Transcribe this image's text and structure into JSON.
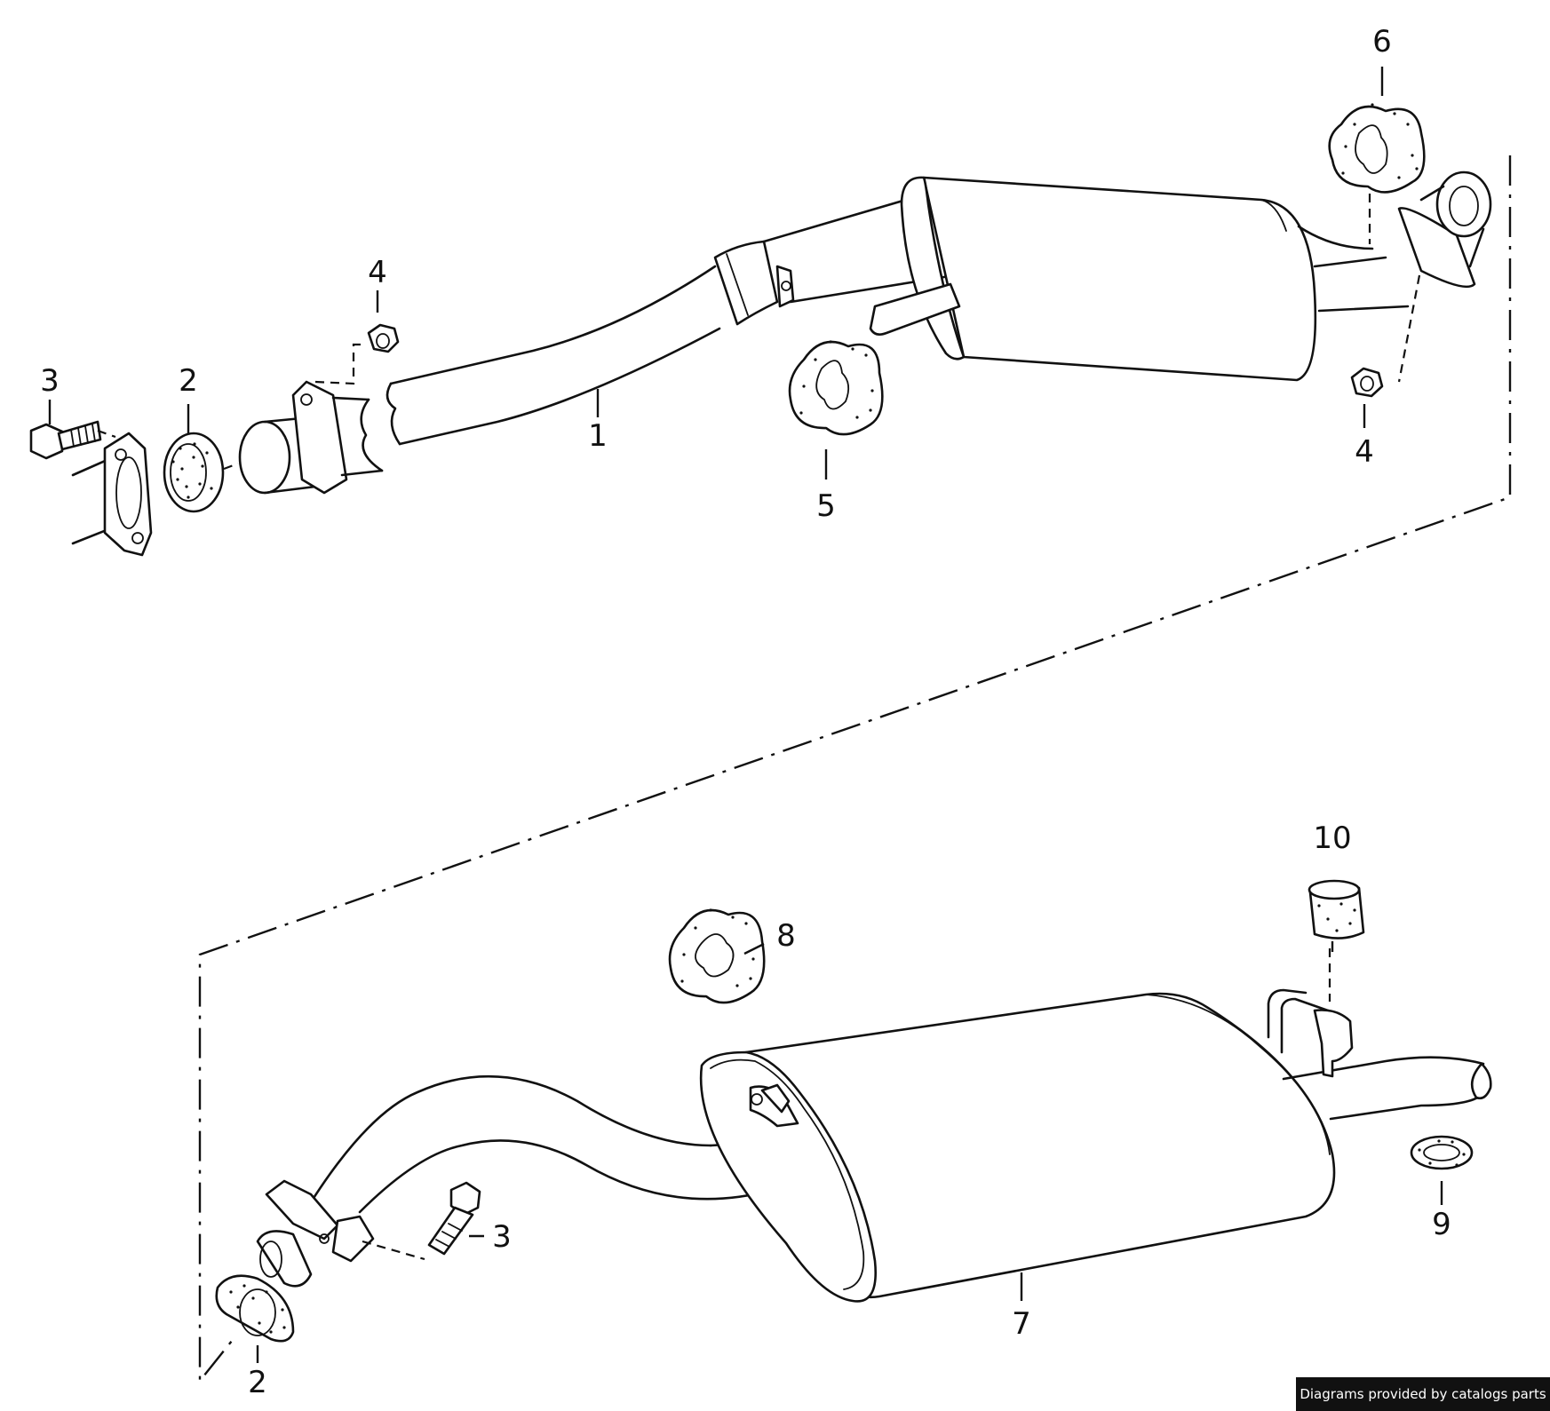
{
  "diagram": {
    "callouts": {
      "c1": "1",
      "c2_top": "2",
      "c3_top": "3",
      "c4_left": "4",
      "c4_right": "4",
      "c5": "5",
      "c6": "6",
      "c7": "7",
      "c8": "8",
      "c9": "9",
      "c10": "10",
      "c2_bottom": "2",
      "c3_bottom": "3"
    }
  },
  "footer": {
    "credit": "Diagrams provided by catalogs parts"
  }
}
